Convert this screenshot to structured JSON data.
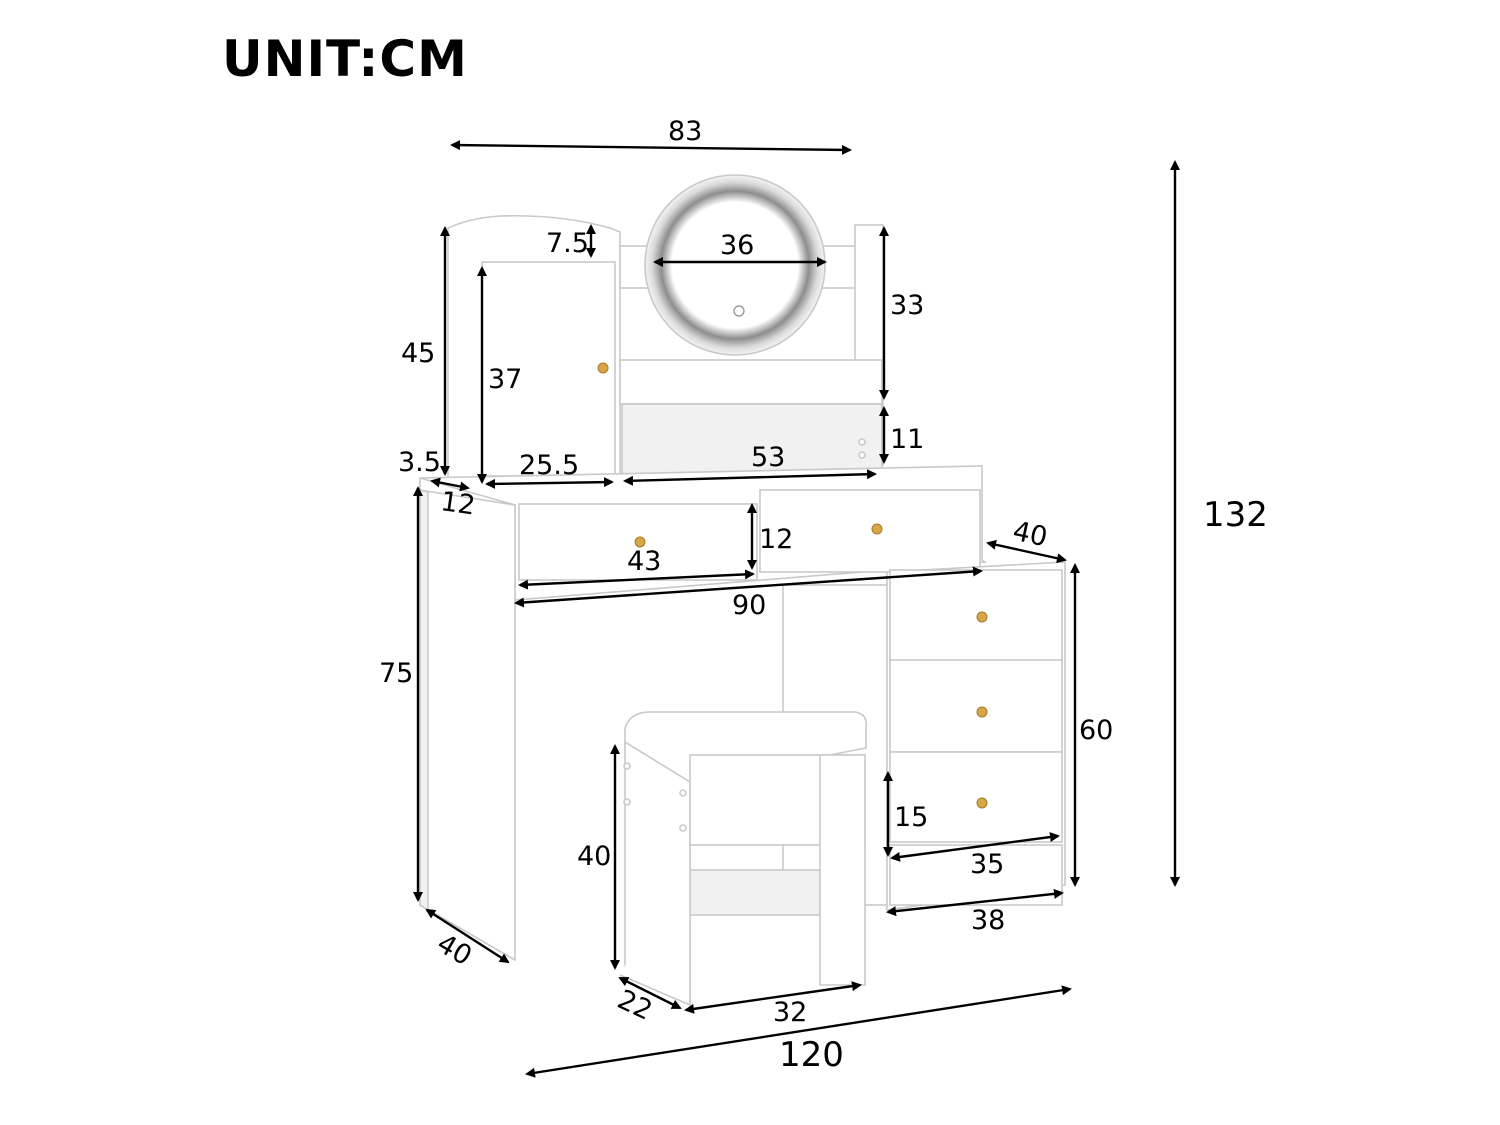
{
  "unit_label": "UNIT:CM",
  "dimensions": {
    "mirror_frame_width": "83",
    "mirror_diameter": "36",
    "cabinet_top_arch": "7.5",
    "hutch_height": "45",
    "cabinet_door_height": "37",
    "hutch_base_offset": "3.5",
    "hutch_depth": "12",
    "cabinet_width": "25.5",
    "open_shelf_width": "53",
    "mirror_post_height": "33",
    "open_shelf_height": "11",
    "drawer_height": "12",
    "drawer_width": "43",
    "desk_top_width": "90",
    "side_cabinet_depth": "40",
    "total_height": "132",
    "desk_height": "75",
    "side_cabinet_height": "60",
    "stool_height": "40",
    "bottom_drawer_height": "15",
    "side_drawer_width": "35",
    "side_cabinet_width": "38",
    "desk_depth": "40",
    "stool_depth": "22",
    "stool_width": "32",
    "total_width": "120"
  },
  "colors": {
    "furniture": "#ffffff",
    "edge": "#c9c9c9",
    "knob": "#d6a64b",
    "mirror_light": "#8a8a8a"
  }
}
